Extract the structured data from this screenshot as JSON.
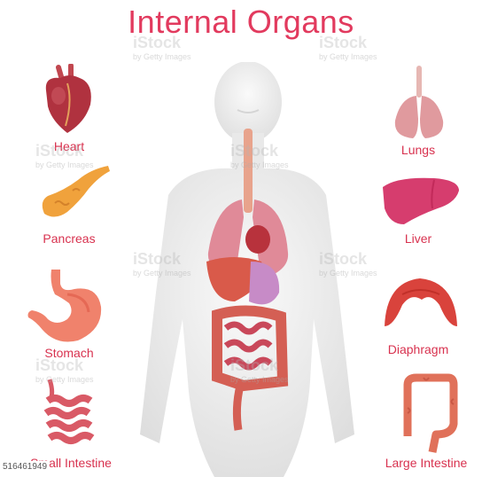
{
  "title": "Internal Organs",
  "left_organs": [
    {
      "label": "Heart",
      "icon": "heart-icon"
    },
    {
      "label": "Pancreas",
      "icon": "pancreas-icon"
    },
    {
      "label": "Stomach",
      "icon": "stomach-icon"
    },
    {
      "label": "Small Intestine",
      "icon": "small-intestine-icon"
    }
  ],
  "right_organs": [
    {
      "label": "Lungs",
      "icon": "lungs-icon"
    },
    {
      "label": "Liver",
      "icon": "liver-icon"
    },
    {
      "label": "Diaphragm",
      "icon": "diaphragm-icon"
    },
    {
      "label": "Large Intestine",
      "icon": "large-intestine-icon"
    }
  ],
  "stock_id": "516461949",
  "watermark": {
    "brand": "iStock",
    "credit": "by Getty Images"
  },
  "colors": {
    "title": "#e23a5e",
    "label": "#d8324f",
    "body": "#ececec"
  }
}
